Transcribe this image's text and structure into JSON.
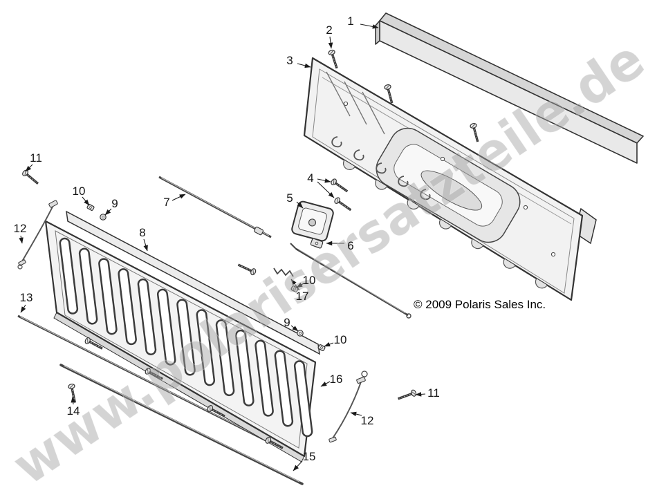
{
  "meta": {
    "title": "Exploded tailgate parts diagram"
  },
  "watermark": {
    "text": "www.polarisersatzteile.de",
    "color": "#a0a0a0"
  },
  "copyright": {
    "text": "© 2009 Polaris Sales Inc."
  },
  "callouts": {
    "c1": {
      "label": "1"
    },
    "c2": {
      "label": "2"
    },
    "c3": {
      "label": "3"
    },
    "c4": {
      "label": "4"
    },
    "c5": {
      "label": "5"
    },
    "c6": {
      "label": "6"
    },
    "c7": {
      "label": "7"
    },
    "c8": {
      "label": "8"
    },
    "c9a": {
      "label": "9"
    },
    "c9b": {
      "label": "9"
    },
    "c10a": {
      "label": "10"
    },
    "c10b": {
      "label": "10"
    },
    "c10c": {
      "label": "10"
    },
    "c11a": {
      "label": "11"
    },
    "c11b": {
      "label": "11"
    },
    "c12a": {
      "label": "12"
    },
    "c12b": {
      "label": "12"
    },
    "c13": {
      "label": "13"
    },
    "c14": {
      "label": "14"
    },
    "c15": {
      "label": "15"
    },
    "c16": {
      "label": "16"
    },
    "c17": {
      "label": "17"
    }
  }
}
